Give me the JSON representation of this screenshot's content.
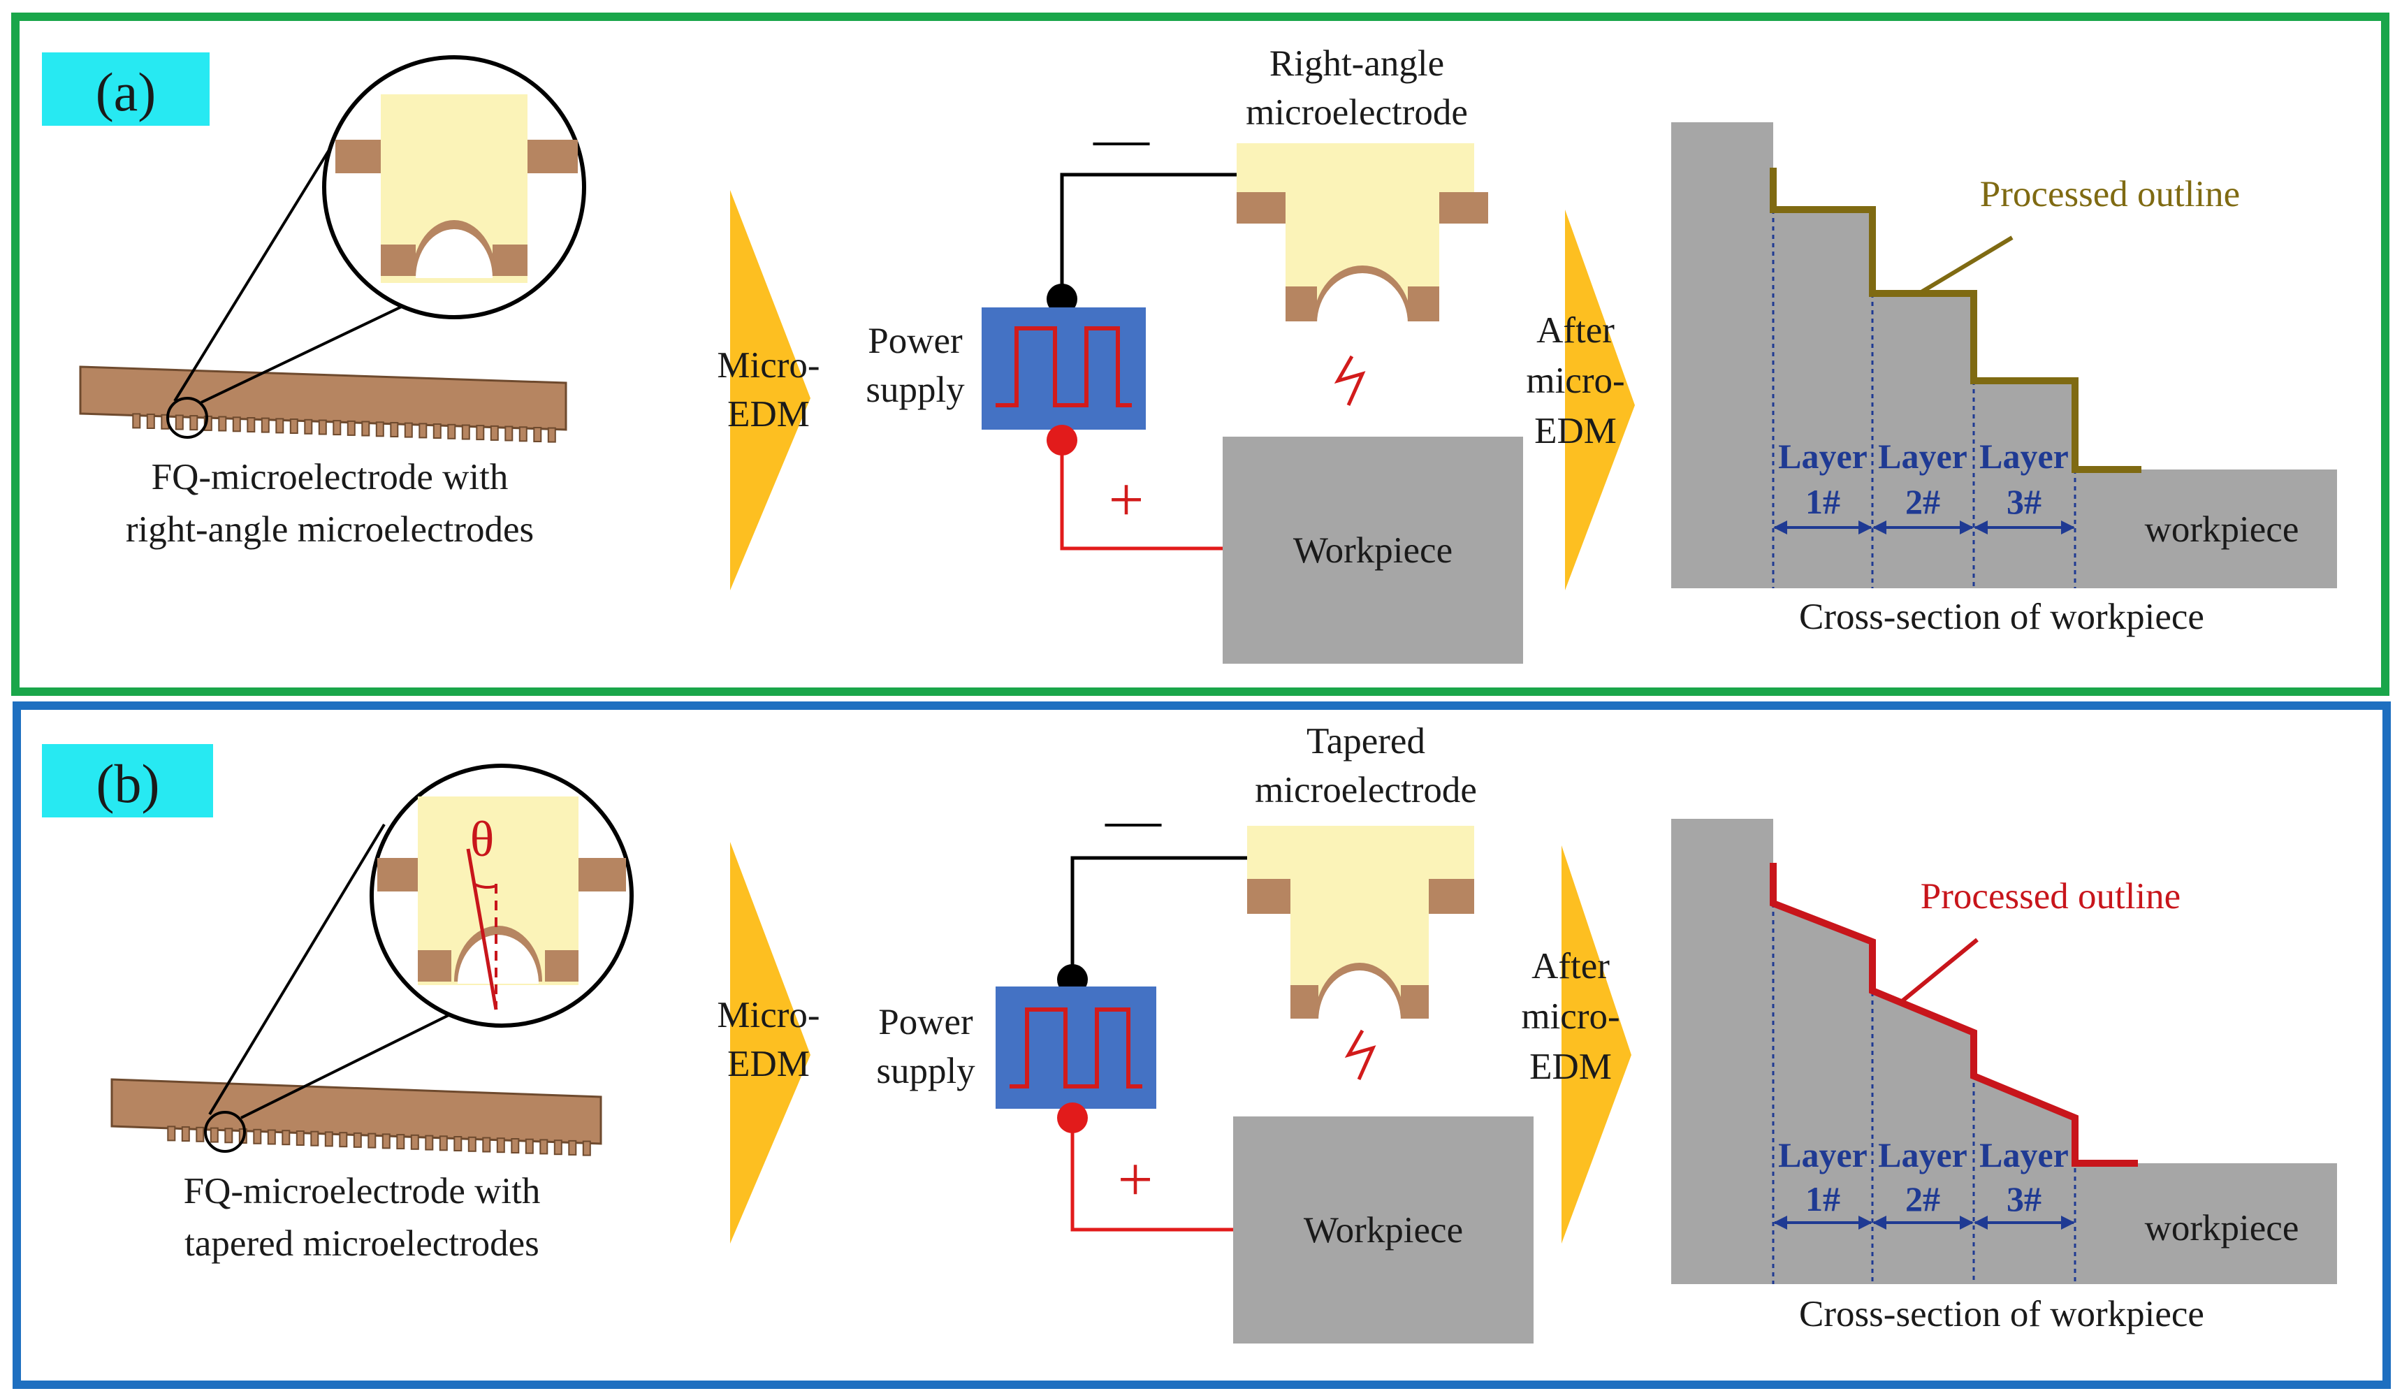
{
  "colors": {
    "panel_a_border": "#1aa64a",
    "panel_b_border": "#1e6fc0",
    "tag_bg": "#27e9f2",
    "electrode_body": "#fbf3b8",
    "electrode_tip": "#b68561",
    "workpiece": "#a6a6a6",
    "arrow": "#fdbf21",
    "power_supply": "#4472c4",
    "outline_a": "#7f6a12",
    "outline_b": "#c8151b",
    "negative_wire": "#000000",
    "positive_wire": "#e21b1b",
    "layer_dim": "#1f3a93"
  },
  "panels": [
    {
      "tag": "(a)",
      "fq_caption_line1": "FQ-microelectrode with",
      "fq_caption_line2": "right-angle microelectrodes",
      "process_arrow_line1": "Micro-",
      "process_arrow_line2": "EDM",
      "power_supply_line1": "Power",
      "power_supply_line2": "supply",
      "negative_sign": "—",
      "positive_sign": "+",
      "electrode_label_line1": "Right-angle",
      "electrode_label_line2": "microelectrode",
      "workpiece_label": "Workpiece",
      "after_arrow_line1": "After",
      "after_arrow_line2": "micro-",
      "after_arrow_line3": "EDM",
      "outline_label": "Processed outline",
      "layers": [
        {
          "name": "Layer",
          "num": "1#"
        },
        {
          "name": "Layer",
          "num": "2#"
        },
        {
          "name": "Layer",
          "num": "3#"
        }
      ],
      "section_workpiece_label": "workpiece",
      "section_caption": "Cross-section of workpiece"
    },
    {
      "tag": "(b)",
      "fq_caption_line1": "FQ-microelectrode with",
      "fq_caption_line2": "tapered microelectrodes",
      "angle_symbol": "θ",
      "process_arrow_line1": "Micro-",
      "process_arrow_line2": "EDM",
      "power_supply_line1": "Power",
      "power_supply_line2": "supply",
      "negative_sign": "—",
      "positive_sign": "+",
      "electrode_label_line1": "Tapered",
      "electrode_label_line2": "microelectrode",
      "workpiece_label": "Workpiece",
      "after_arrow_line1": "After",
      "after_arrow_line2": "micro-",
      "after_arrow_line3": "EDM",
      "outline_label": "Processed outline",
      "layers": [
        {
          "name": "Layer",
          "num": "1#"
        },
        {
          "name": "Layer",
          "num": "2#"
        },
        {
          "name": "Layer",
          "num": "3#"
        }
      ],
      "section_workpiece_label": "workpiece",
      "section_caption": "Cross-section of workpiece"
    }
  ]
}
